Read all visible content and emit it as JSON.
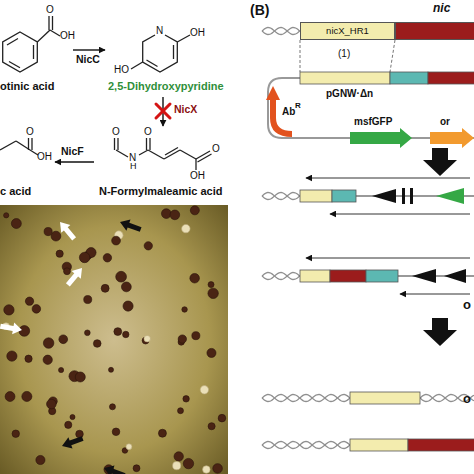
{
  "diagram": {
    "nodes": [
      {
        "text": [
          "otinic acid"
        ]
      },
      {
        "text": [
          "2,5-Dihydroxypyridine"
        ]
      },
      {
        "text": [
          "N-Formylmaleamic acid"
        ]
      },
      {
        "text": [
          "c acid"
        ]
      },
      {
        "text": [
          "nicX_HR1"
        ]
      },
      {
        "text": [
          "nic"
        ]
      }
    ],
    "edges": [
      {
        "from": 0,
        "to": 1,
        "label": "NicC",
        "arrow": "to"
      },
      {
        "from": 1,
        "to": 2,
        "label": "NicX",
        "arrow": "to"
      },
      {
        "from": 2,
        "to": 3,
        "label": "NicF",
        "arrow": "to"
      }
    ],
    "labels": [
      "O",
      "OH",
      "N",
      "OH",
      "HO",
      "O",
      "N",
      "H",
      "O",
      "O",
      "OH",
      "O",
      "OH",
      "(B)",
      "(1)",
      "pGNW·Δn",
      "Ab",
      "R",
      "msfGFP",
      "or",
      "o",
      "o"
    ]
  }
}
